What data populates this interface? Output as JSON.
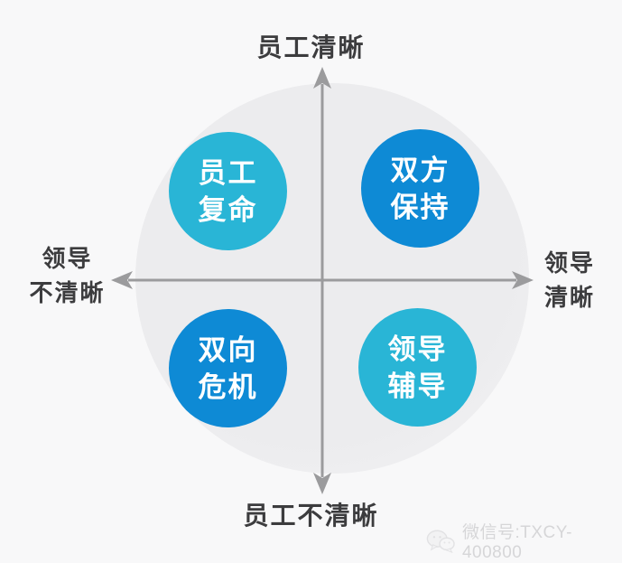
{
  "page": {
    "background_color": "#f8f8f9"
  },
  "diagram": {
    "axis_color": "#9b9b9d",
    "background_circle_color": "#ececee",
    "top_label": "员工清晰",
    "bottom_label": "员工不清晰",
    "left_label": {
      "line1": "领导",
      "line2": "不清晰"
    },
    "right_label": {
      "line1": "领导",
      "line2": "清晰"
    },
    "circles": [
      {
        "position": "top-left",
        "line1": "员工",
        "line2": "复命",
        "color": "#29b5d6"
      },
      {
        "position": "top-right",
        "line1": "双方",
        "line2": "保持",
        "color": "#0e8ad5"
      },
      {
        "position": "bottom-left",
        "line1": "双向",
        "line2": "危机",
        "color": "#0e8ad5"
      },
      {
        "position": "bottom-right",
        "line1": "领导",
        "line2": "辅导",
        "color": "#29b5d6"
      }
    ]
  },
  "watermark": {
    "icon": "wechat-icon",
    "text": "微信号:TXCY-400800",
    "color": "#d6d6d8"
  }
}
